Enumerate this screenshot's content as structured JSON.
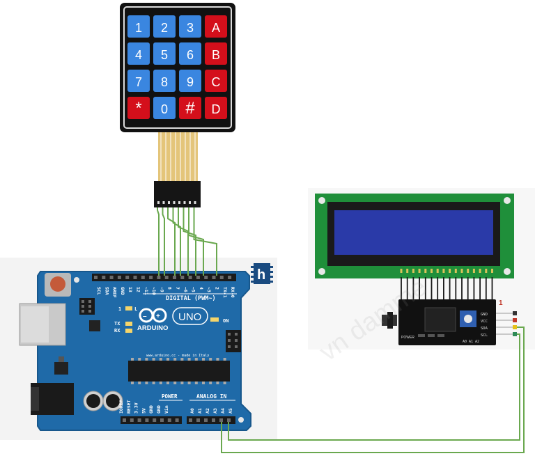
{
  "keypad": {
    "keys": [
      [
        "1",
        "2",
        "3",
        "A"
      ],
      [
        "4",
        "5",
        "6",
        "B"
      ],
      [
        "7",
        "8",
        "9",
        "C"
      ],
      [
        "*",
        "0",
        "#",
        "D"
      ]
    ],
    "digit_color": "#3a86e0",
    "letter_color": "#d40f1b",
    "frame_color": "#1a1a1a"
  },
  "arduino": {
    "brand": "ARDUINO",
    "model": "UNO",
    "digital_label": "DIGITAL (PWM~)",
    "analog_label": "ANALOG IN",
    "power_label": "POWER",
    "on_label": "ON",
    "tx_label": "TX",
    "rx_label": "RX",
    "l_label": "L",
    "one_label": "1",
    "website": "www.arduino.cc - made in Italy",
    "top_pins": [
      "SCL",
      "SDA",
      "AREF",
      "GND",
      "13",
      "12",
      "~11",
      "~10",
      "~9",
      "8",
      "7",
      "~6",
      "~5",
      "4",
      "~3",
      "2",
      "TX▸1",
      "RX◂0"
    ],
    "bottom_left_pins": [
      "IOREF",
      "RESET",
      "3.3V",
      "5V",
      "GND",
      "GND",
      "Vin"
    ],
    "bottom_right_pins": [
      "A0",
      "A1",
      "A2",
      "A3",
      "A4",
      "A5"
    ],
    "board_color": "#1f6aa8"
  },
  "logo": {
    "letter": "h"
  },
  "lcd": {
    "screen_color": "#2a3aa8",
    "pcb_color": "#1f8f3a"
  },
  "i2c": {
    "marker": "1",
    "pins": [
      "GND",
      "VCC",
      "SDA",
      "SCL"
    ],
    "power_label": "POWER",
    "addr_labels": [
      "A0",
      "A1",
      "A2"
    ]
  },
  "watermark": {
    "text": "vn damme"
  },
  "wire_color": "#6aa84f"
}
